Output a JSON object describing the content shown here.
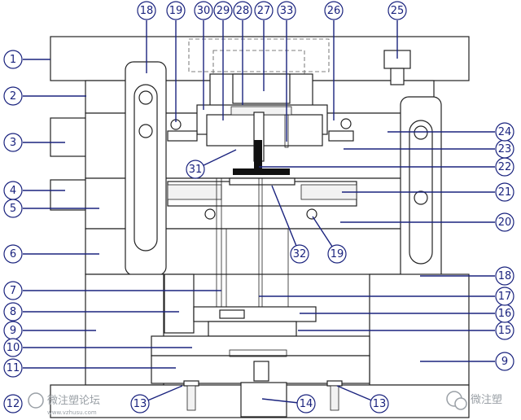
{
  "callouts": [
    {
      "label": "1"
    },
    {
      "label": "2"
    },
    {
      "label": "3"
    },
    {
      "label": "4"
    },
    {
      "label": "5"
    },
    {
      "label": "6"
    },
    {
      "label": "7"
    },
    {
      "label": "8"
    },
    {
      "label": "9"
    },
    {
      "label": "9"
    },
    {
      "label": "10"
    },
    {
      "label": "11"
    },
    {
      "label": "12"
    },
    {
      "label": "13"
    },
    {
      "label": "13"
    },
    {
      "label": "14"
    },
    {
      "label": "15"
    },
    {
      "label": "16"
    },
    {
      "label": "17"
    },
    {
      "label": "18"
    },
    {
      "label": "18"
    },
    {
      "label": "19"
    },
    {
      "label": "19"
    },
    {
      "label": "20"
    },
    {
      "label": "21"
    },
    {
      "label": "22"
    },
    {
      "label": "23"
    },
    {
      "label": "24"
    },
    {
      "label": "25"
    },
    {
      "label": "26"
    },
    {
      "label": "27"
    },
    {
      "label": "28"
    },
    {
      "label": "29"
    },
    {
      "label": "30"
    },
    {
      "label": "31"
    },
    {
      "label": "32"
    },
    {
      "label": "33"
    }
  ],
  "watermarks": {
    "left_text": "微注塑论坛",
    "left_url": "www.vzhusu.com",
    "right_text": "微注塑"
  },
  "colors": {
    "callout": "#1a237e",
    "line": "#222222",
    "watermark": "#9aa0a6"
  }
}
